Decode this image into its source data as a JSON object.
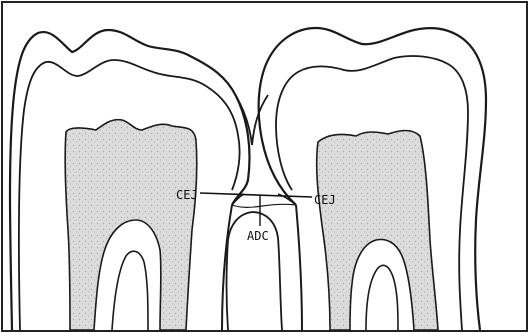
{
  "labels": {
    "cej_left": "CEJ",
    "cej_right": "CEJ",
    "adc": "ADC"
  },
  "colors": {
    "line": "#1a1a1a",
    "pulp_fill": "#d6d6d6",
    "background": "#ffffff",
    "frame": "#222222"
  }
}
